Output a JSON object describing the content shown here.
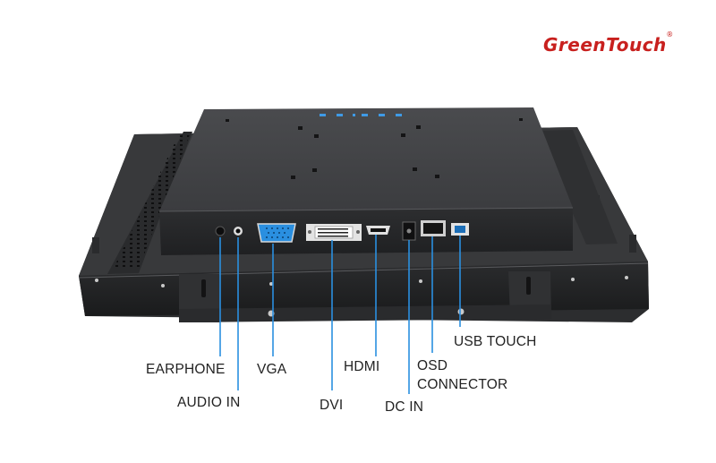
{
  "brand": {
    "name": "GreenTouch",
    "registered": "®",
    "color": "#c8201e"
  },
  "product": {
    "type": "open-frame monitor, rear view",
    "body_color": "#3a3b3d",
    "port_accent": "#2a8fe0"
  },
  "ports": {
    "earphone": "EARPHONE",
    "audio_in": "AUDIO IN",
    "vga": "VGA",
    "dvi": "DVI",
    "hdmi": "HDMI",
    "dc_in": "DC IN",
    "osd_line1": "OSD",
    "osd_line2": "CONNECTOR",
    "usb_touch": "USB TOUCH"
  },
  "colors": {
    "leader_line": "#2a8fe0",
    "label_text": "#222222"
  }
}
